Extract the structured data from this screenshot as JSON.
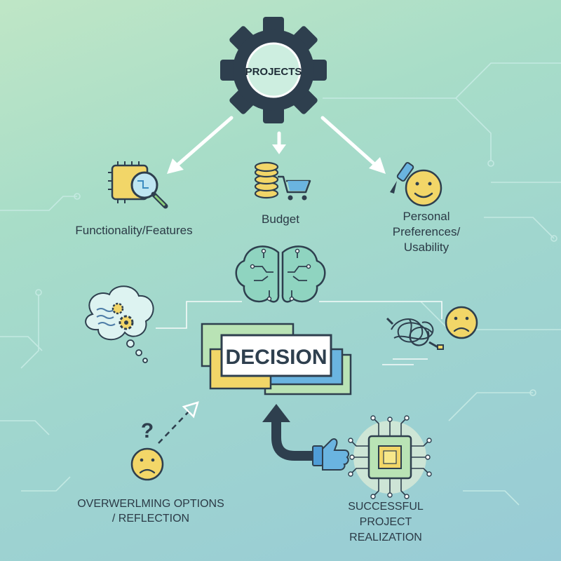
{
  "title": "PROJECTS",
  "center": "DECISION",
  "branches": {
    "functionality": "Functionality/Features",
    "budget": "Budget",
    "preferences": [
      "Personal",
      "Preferences/",
      "Usability"
    ]
  },
  "outcomes": {
    "overwhelming": [
      "OVERWERLMING OPTIONS",
      "/ REFLECTION"
    ],
    "success": [
      "SUCCESSFUL",
      "PROJECT",
      "REALIZATION"
    ]
  },
  "question_mark": "?",
  "colors": {
    "gear": "#2e3f4e",
    "accent_yellow": "#f2d668",
    "accent_blue": "#6ab4e0",
    "accent_green": "#b9e3b5",
    "brain": "#8fd4c0",
    "arrow": "#ffffff"
  },
  "icons": [
    "gear-icon",
    "circuit-magnifier-icon",
    "coins-cart-icon",
    "brush-smiley-icon",
    "brain-icon",
    "thought-cloud-icon",
    "tangled-wires-icon",
    "sad-face-icon",
    "thumbs-up-icon",
    "chip-icon"
  ]
}
